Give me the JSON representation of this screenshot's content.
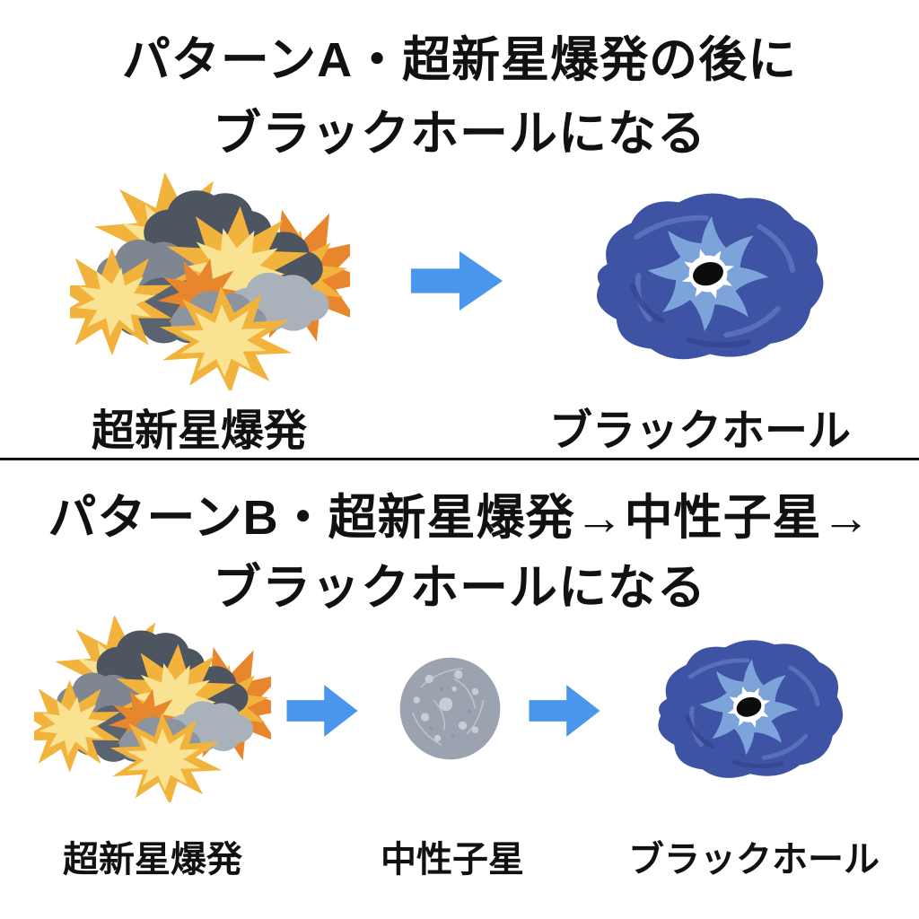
{
  "colors": {
    "background": "#ffffff",
    "text": "#111111",
    "divider": "#111111",
    "arrow_blue": "#4a96ec",
    "black_hole_body": "#3e53a4",
    "black_hole_swirl": "#7ca3da",
    "explosion_gold": "#f2b33d",
    "explosion_pale_yellow": "#f9e291",
    "explosion_orange": "#e8862e",
    "explosion_cloud_dark": "#4d5560",
    "explosion_cloud_mid": "#8b949f",
    "explosion_cloud_light": "#a9b1bb",
    "neutron_star_gray": "#9aa3af"
  },
  "pattern_a": {
    "title_line1": "パターンA・超新星爆発の後に",
    "title_line2": "ブラックホールになる",
    "steps": [
      {
        "label": "超新星爆発",
        "illustration": "supernova-explosion"
      },
      {
        "label": "ブラックホール",
        "illustration": "black-hole"
      }
    ]
  },
  "pattern_b": {
    "title_line1": "パターンB・超新星爆発→中性子星→",
    "title_line2": "ブラックホールになる",
    "steps": [
      {
        "label": "超新星爆発",
        "illustration": "supernova-explosion"
      },
      {
        "label": "中性子星",
        "illustration": "neutron-star"
      },
      {
        "label": "ブラックホール",
        "illustration": "black-hole"
      }
    ]
  }
}
